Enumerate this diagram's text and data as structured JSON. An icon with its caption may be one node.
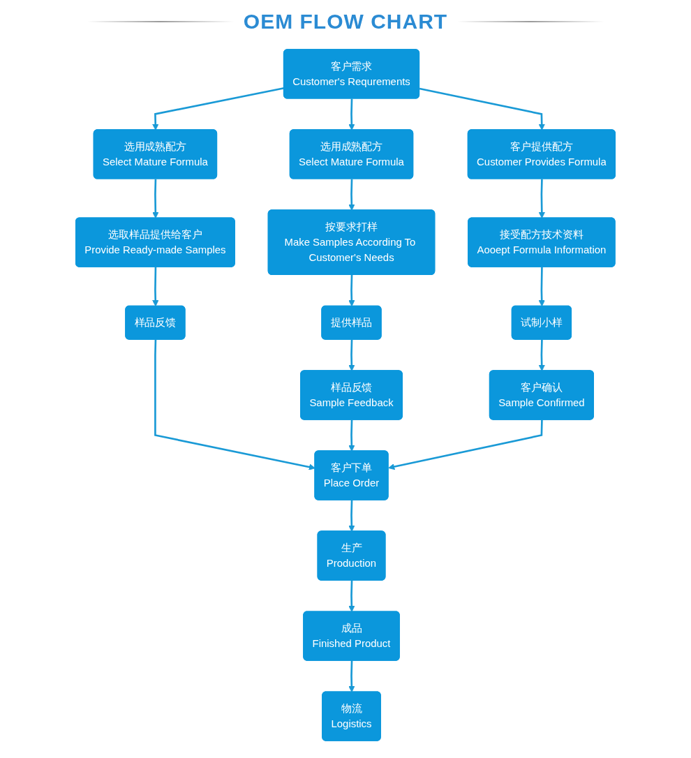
{
  "diagram": {
    "title": "OEM FLOW CHART",
    "nodes": [
      {
        "text": [
          "客户需求",
          "Customer's Requrements"
        ]
      },
      {
        "text": [
          "选用成熟配方",
          "Select Mature Formula"
        ]
      },
      {
        "text": [
          "选用成熟配方",
          "Select Mature Formula"
        ]
      },
      {
        "text": [
          "客户提供配方",
          "Customer Provides Formula"
        ]
      },
      {
        "text": [
          "选取样品提供给客户",
          "Provide Ready-made Samples"
        ]
      },
      {
        "text": [
          "按要求打样",
          "Make Samples According To Customer's Needs"
        ]
      },
      {
        "text": [
          "接受配方技术资料",
          "Aooept Formula Information"
        ]
      },
      {
        "text": [
          "样品反馈"
        ]
      },
      {
        "text": [
          "提供样品"
        ]
      },
      {
        "text": [
          "试制小样"
        ]
      },
      {
        "text": [
          "样品反馈",
          "Sample Feedback"
        ]
      },
      {
        "text": [
          "客户确认",
          "Sample Confirmed"
        ]
      },
      {
        "text": [
          "客户下单",
          "Place Order"
        ]
      },
      {
        "text": [
          "生产",
          "Production"
        ]
      },
      {
        "text": [
          "成品",
          "Finished Product"
        ]
      },
      {
        "text": [
          "物流",
          "Logistics"
        ]
      }
    ],
    "edges": [
      {
        "from": 0,
        "to": 1,
        "arrow": "to"
      },
      {
        "from": 0,
        "to": 2,
        "arrow": "to"
      },
      {
        "from": 0,
        "to": 3,
        "arrow": "to"
      },
      {
        "from": 1,
        "to": 4,
        "arrow": "to"
      },
      {
        "from": 2,
        "to": 5,
        "arrow": "to"
      },
      {
        "from": 3,
        "to": 6,
        "arrow": "to"
      },
      {
        "from": 4,
        "to": 7,
        "arrow": "to"
      },
      {
        "from": 5,
        "to": 8,
        "arrow": "to"
      },
      {
        "from": 6,
        "to": 9,
        "arrow": "to"
      },
      {
        "from": 8,
        "to": 10,
        "arrow": "to"
      },
      {
        "from": 9,
        "to": 11,
        "arrow": "to"
      },
      {
        "from": 7,
        "to": 12,
        "arrow": "to"
      },
      {
        "from": 10,
        "to": 12,
        "arrow": "to"
      },
      {
        "from": 11,
        "to": 12,
        "arrow": "to"
      },
      {
        "from": 12,
        "to": 13,
        "arrow": "to"
      },
      {
        "from": 13,
        "to": 14,
        "arrow": "to"
      },
      {
        "from": 14,
        "to": 15,
        "arrow": "to"
      }
    ]
  }
}
